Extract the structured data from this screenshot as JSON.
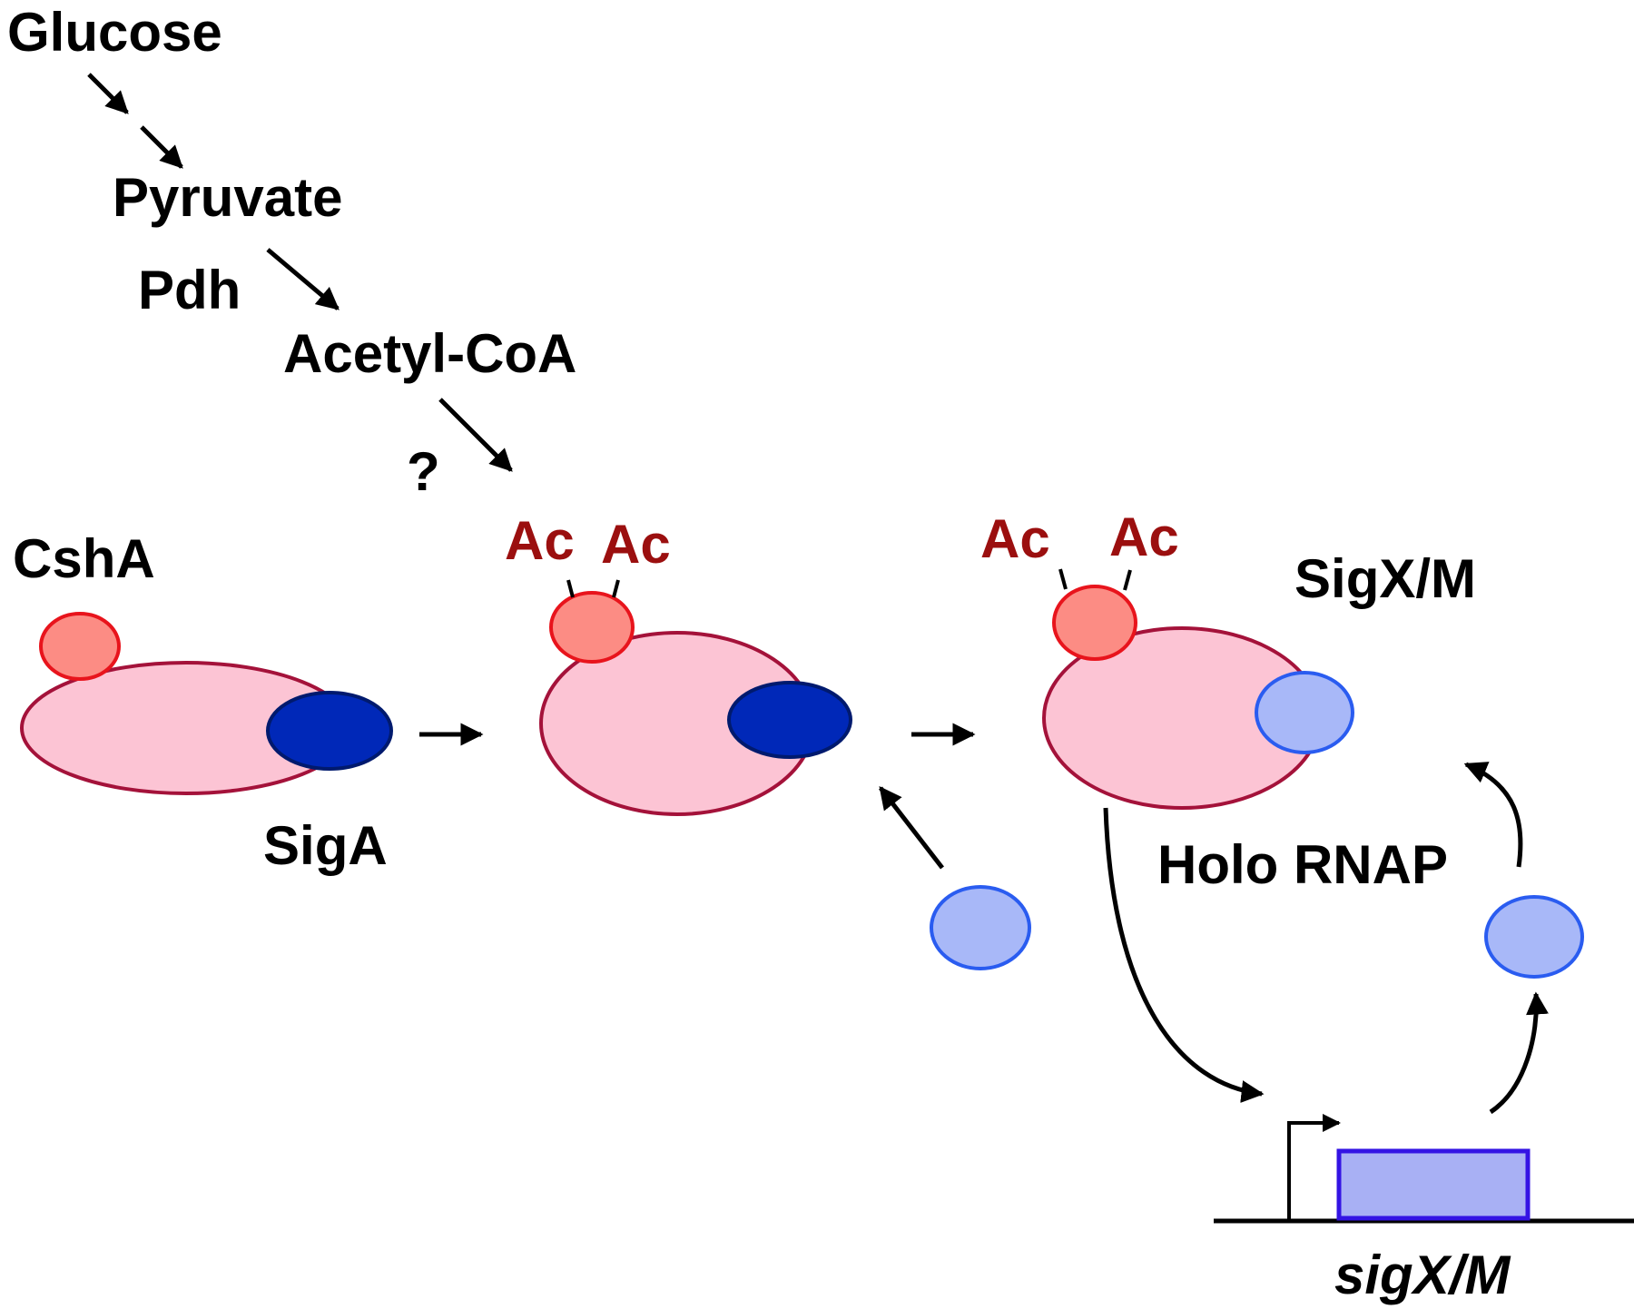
{
  "labels": {
    "glucose": "Glucose",
    "pyruvate": "Pyruvate",
    "pdh": "Pdh",
    "acetyl_coa": "Acetyl-CoA",
    "question": "?",
    "csha": "CshA",
    "siga": "SigA",
    "ac1": "Ac",
    "ac2": "Ac",
    "ac3": "Ac",
    "ac4": "Ac",
    "sigxm": "SigX/M",
    "holo_rnap": "Holo RNAP",
    "gene": "sigX/M"
  },
  "colors": {
    "rnap_core_fill": "#fcc4d4",
    "rnap_core_stroke": "#a4123a",
    "csha_fill": "#fc8c84",
    "csha_stroke": "#e8141c",
    "siga_fill": "#0028b8",
    "siga_stroke": "#001a6e",
    "sigxm_fill": "#a8b8f8",
    "sigxm_stroke": "#2a5cf0",
    "gene_box_fill": "#a8b0f4",
    "gene_box_stroke": "#3414e4",
    "ac_text": "#9b0f0f"
  }
}
